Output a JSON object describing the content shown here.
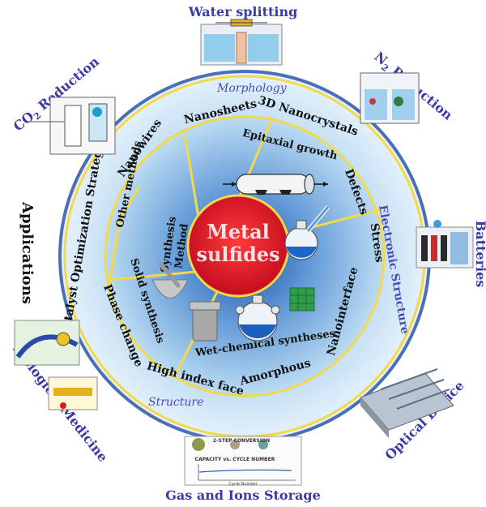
{
  "center": {
    "line1": "Metal",
    "line2": "sulfides"
  },
  "synthesis_label": {
    "line1": "Synthesis",
    "line2": "Method"
  },
  "section_labels": {
    "morphology": "Morphology",
    "electronic_structure": "Electronic Structure",
    "structure": "Structure"
  },
  "outer_labels": {
    "nanowires": "Nanowires",
    "nanosheets": "Nanosheets",
    "nanocrystals": "3D Nanocrystals",
    "defects": "Defects",
    "stress": "Stress",
    "nanointerface": "Nanointerface",
    "amorphous": "Amorphous",
    "high_index_face": "High index face",
    "phase_change": "Phase change",
    "catalyst_optimization": "Catalyst Optimization Strategies"
  },
  "method_labels": {
    "other_methods": "Other methods",
    "epitaxial_growth": "Epitaxial growth",
    "solid_synthesis": "Solid synthesis",
    "wet_chemical": "Wet-chemical syntheses"
  },
  "applications_heading": "Applications",
  "applications": {
    "water_splitting": "Water splitting",
    "co2_reduction": {
      "main": "CO",
      "sub": "2",
      "rest": " Reduction"
    },
    "n2_reduction": {
      "main": "N",
      "sub": "2",
      "rest": " Reduction"
    },
    "batteries": "Batteries",
    "optical_device": "Optical Device",
    "gas_ions_storage": "Gas and Ions Storage",
    "biological_medicine": "Biological Medicine"
  },
  "storage_inset": {
    "title": "2-STEP CONVERSION",
    "chart_title": "CAPACITY vs. CYCLE NUMBER",
    "xaxis": "Cycle Number"
  },
  "colors": {
    "ring_outer": "#4a6fb5",
    "ring_fill": "#cfe6f7",
    "inner_disk": "#9fc8ec",
    "inner_gradient_center": "#1b4fa3",
    "divider": "#f3d94a",
    "center_fill": "#e8162a",
    "application_text": "#3a3aa8",
    "section_text": "#4b4bb8"
  }
}
